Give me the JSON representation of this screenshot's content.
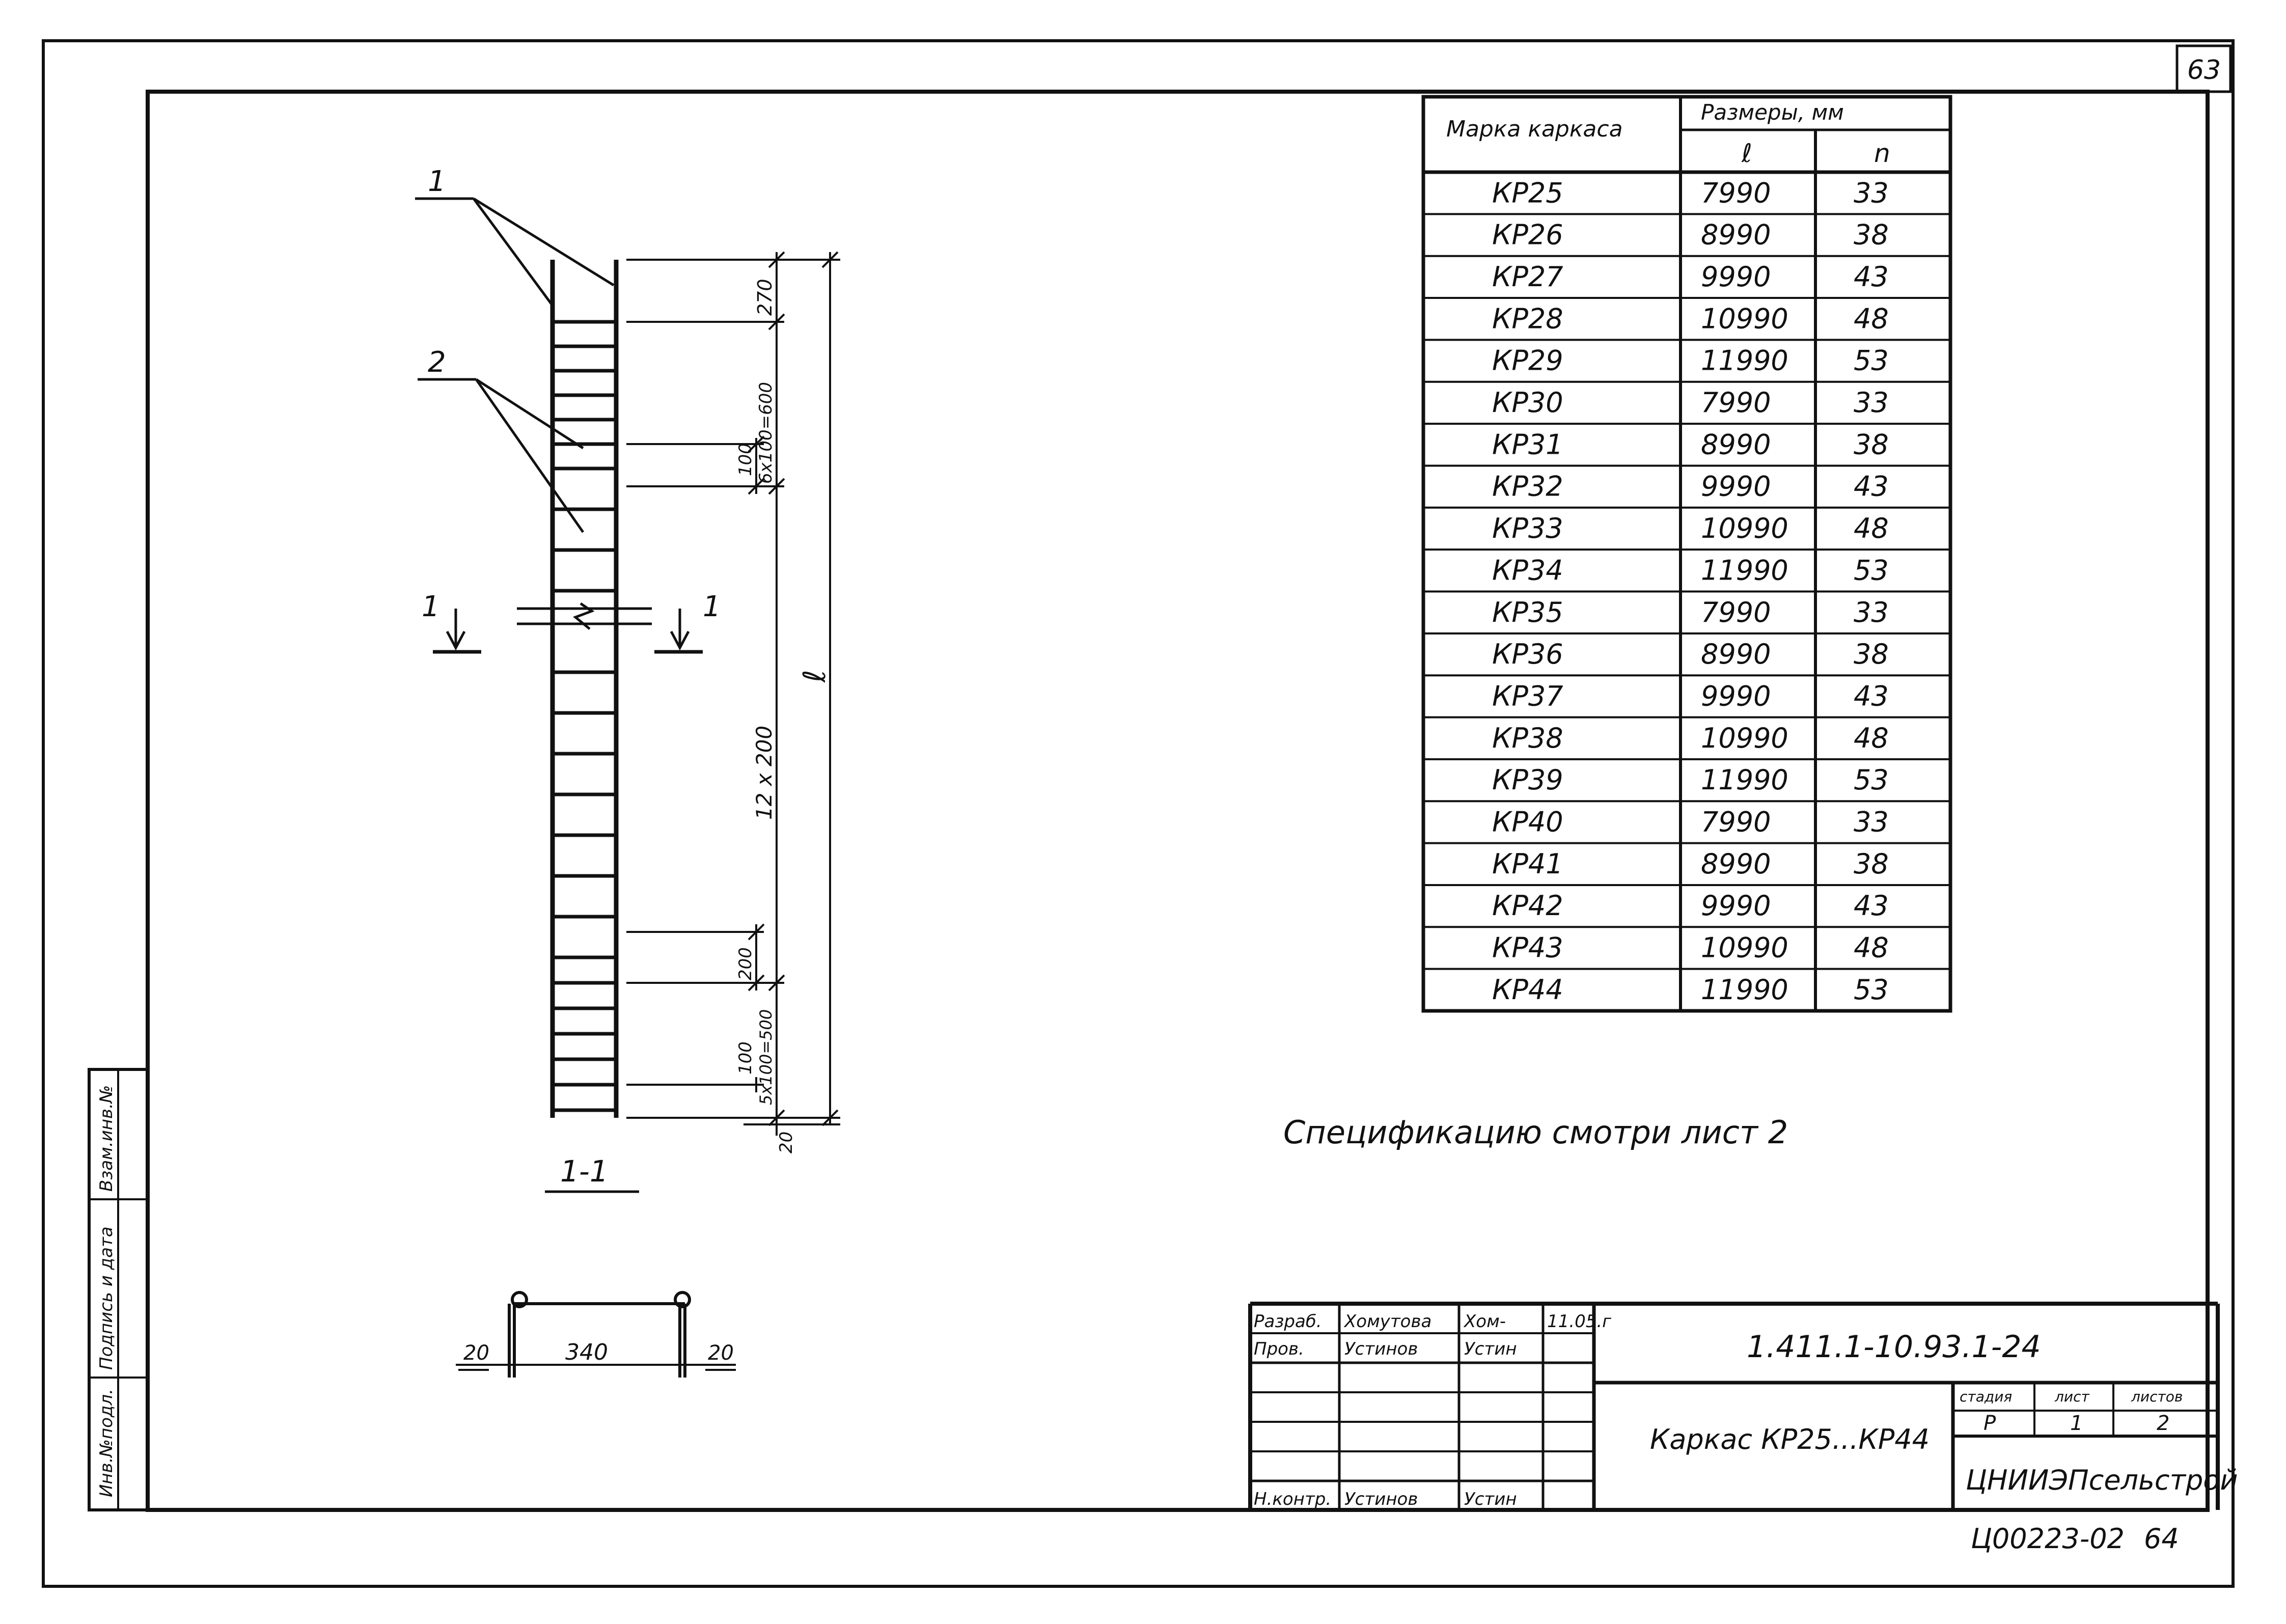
{
  "sheet": {
    "page_number": "63",
    "bottom_page": "64",
    "note": "Спецификацию смотри лист 2"
  },
  "drawing": {
    "labels": {
      "pos1": "1",
      "pos2": "2"
    },
    "section_marks": {
      "left": "1",
      "right": "1",
      "break_mark": "1-1"
    },
    "section_title": "1-1",
    "dims": {
      "top": "270",
      "upper_spacing": "6x100=600",
      "upper_single": "100",
      "length": "ℓ",
      "middle": "12 x 200",
      "lower_single_200": "200",
      "lower_single_100": "100",
      "lower_spacing": "5x100=500",
      "bottom": "20"
    },
    "section_dims": {
      "left": "20",
      "middle": "340",
      "right": "20"
    }
  },
  "table": {
    "header_mark": "Марка каркаса",
    "header_sizes": "Размеры, мм",
    "col_l": "ℓ",
    "col_n": "n",
    "rows": [
      {
        "mark": "КР25",
        "l": "7990",
        "n": "33"
      },
      {
        "mark": "КР26",
        "l": "8990",
        "n": "38"
      },
      {
        "mark": "КР27",
        "l": "9990",
        "n": "43"
      },
      {
        "mark": "КР28",
        "l": "10990",
        "n": "48"
      },
      {
        "mark": "КР29",
        "l": "11990",
        "n": "53"
      },
      {
        "mark": "КР30",
        "l": "7990",
        "n": "33"
      },
      {
        "mark": "КР31",
        "l": "8990",
        "n": "38"
      },
      {
        "mark": "КР32",
        "l": "9990",
        "n": "43"
      },
      {
        "mark": "КР33",
        "l": "10990",
        "n": "48"
      },
      {
        "mark": "КР34",
        "l": "11990",
        "n": "53"
      },
      {
        "mark": "КР35",
        "l": "7990",
        "n": "33"
      },
      {
        "mark": "КР36",
        "l": "8990",
        "n": "38"
      },
      {
        "mark": "КР37",
        "l": "9990",
        "n": "43"
      },
      {
        "mark": "КР38",
        "l": "10990",
        "n": "48"
      },
      {
        "mark": "КР39",
        "l": "11990",
        "n": "53"
      },
      {
        "mark": "КР40",
        "l": "7990",
        "n": "33"
      },
      {
        "mark": "КР41",
        "l": "8990",
        "n": "38"
      },
      {
        "mark": "КР42",
        "l": "9990",
        "n": "43"
      },
      {
        "mark": "КР43",
        "l": "10990",
        "n": "48"
      },
      {
        "mark": "КР44",
        "l": "11990",
        "n": "53"
      }
    ]
  },
  "side_strip": {
    "inv_no": "Инв.№подл.",
    "sign_date": "Подпись и дата",
    "replace_inv": "Взам.инв.№"
  },
  "title_block": {
    "code": "1.411.1-10.93.1-24",
    "title": "Каркас КР25...КР44",
    "org": "ЦНИИЭПсельстрой",
    "order": "Ц00223-02",
    "stage_label": "стадия",
    "sheet_label": "лист",
    "sheets_label": "листов",
    "stage": "Р",
    "sheet": "1",
    "sheets": "2",
    "roles": [
      {
        "role": "Разраб.",
        "name": "Хомутова",
        "sign": "Хом-",
        "date": "11.05.г"
      },
      {
        "role": "Пров.",
        "name": "Устинов",
        "sign": "Устин",
        "date": ""
      },
      {
        "role": "Н.контр.",
        "name": "Устинов",
        "sign": "Устин",
        "date": ""
      }
    ]
  }
}
